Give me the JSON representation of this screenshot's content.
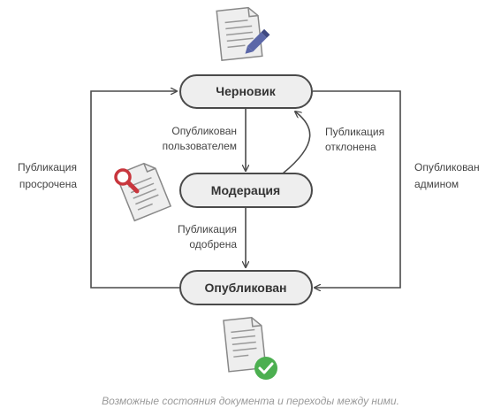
{
  "states": {
    "draft": "Черновик",
    "moderation": "Модерация",
    "published": "Опубликован"
  },
  "transitions": {
    "published_by_user": [
      "Опубликован",
      "пользователем"
    ],
    "rejected": [
      "Публикация",
      "отклонена"
    ],
    "approved": [
      "Публикация",
      "одобрена"
    ],
    "expired": [
      "Публикация",
      "просрочена"
    ],
    "published_by_admin": [
      "Опубликован",
      "админом"
    ]
  },
  "icons": {
    "draft": "document-pencil-icon",
    "moderation": "document-magnifier-icon",
    "published": "document-checkmark-icon"
  },
  "colors": {
    "pencil": "#5b67a8",
    "magnifier": "#c8363d",
    "check": "#4caf50"
  },
  "caption": "Возможные состояния документа и переходы между ними."
}
